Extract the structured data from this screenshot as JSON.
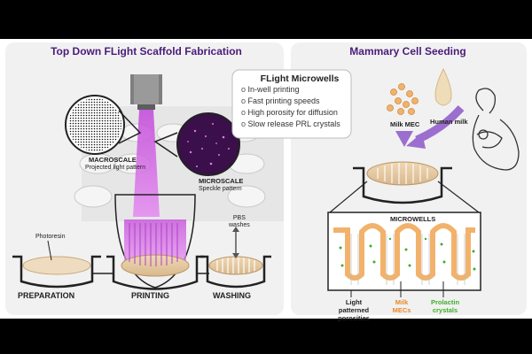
{
  "headers": {
    "left": "Top Down FLight Scaffold Fabrication",
    "right": "Mammary Cell Seeding"
  },
  "feature_box": {
    "title": "FLight Microwells",
    "items": [
      "In-well printing",
      "Fast printing speeds",
      "High porosity for diffusion",
      "Slow release PRL crystals"
    ]
  },
  "left_panel": {
    "macroscale_title": "MACROSCALE",
    "macroscale_sub": "Projected light pattern",
    "microscale_title": "MICROSCALE",
    "microscale_sub": "Speckle pattern",
    "photoresin": "Photoresin",
    "pbs_line1": "PBS",
    "pbs_line2": "washes",
    "steps": [
      "PREPARATION",
      "PRINTING",
      "WASHING"
    ]
  },
  "right_panel": {
    "milk_mec": "Milk MEC",
    "human_milk": "Human milk",
    "microwells": "MICROWELLS",
    "legend": [
      {
        "line1": "Light patterned",
        "line2": "porosities",
        "color": "#222222"
      },
      {
        "line1": "Milk",
        "line2": "MECs",
        "color": "#e8892a"
      },
      {
        "line1": "Prolactin",
        "line2": "crystals",
        "color": "#3fae2a"
      }
    ]
  },
  "colors": {
    "header": "#4a1c7a",
    "laser": "#d85ee8",
    "cells": "#f2b26b",
    "crystals": "#3fae2a"
  }
}
